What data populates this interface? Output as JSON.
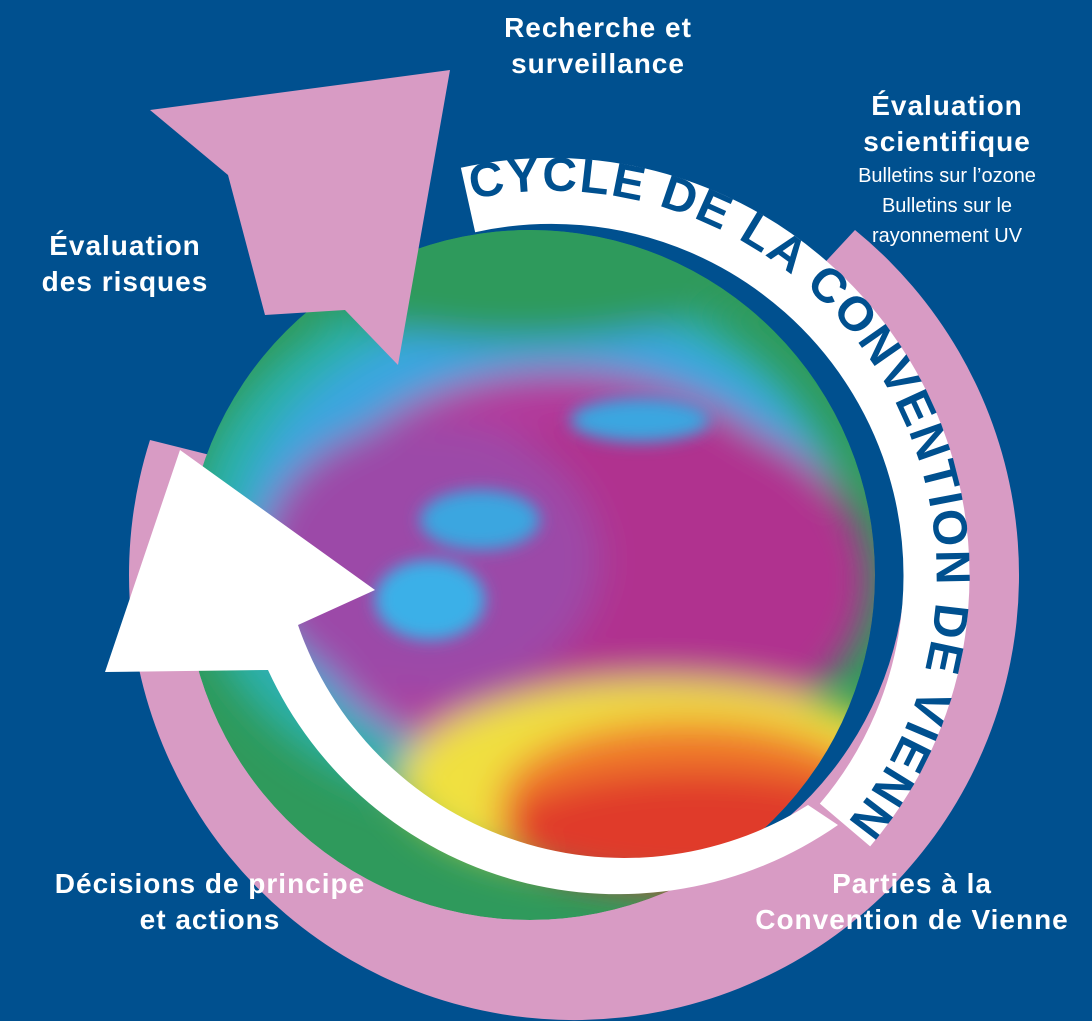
{
  "title": "CYCLE DE LA CONVENTION DE VIENNE",
  "stages": {
    "research": {
      "line1": "Recherche et",
      "line2": "surveillance"
    },
    "assessment": {
      "line1": "Évaluation",
      "line2": "scientifique",
      "items": [
        "Bulletins sur l’ozone",
        "Bulletins sur le",
        "rayonnement  UV"
      ]
    },
    "parties": {
      "line1": "Parties à la",
      "line2": "Convention de Vienne"
    },
    "decisions": {
      "line1": "Décisions de principe",
      "line2": "et actions"
    },
    "risk": {
      "line1": "Évaluation",
      "line2": "des risques"
    }
  },
  "colors": {
    "background": "#00508f",
    "pink_arrow": "#d89bc4",
    "white_arrow": "#ffffff",
    "title_text": "#00508f",
    "label_text": "#ffffff"
  },
  "icons": [
    "ozone-globe-image",
    "cycle-arrow-pink",
    "cycle-arrow-white"
  ]
}
